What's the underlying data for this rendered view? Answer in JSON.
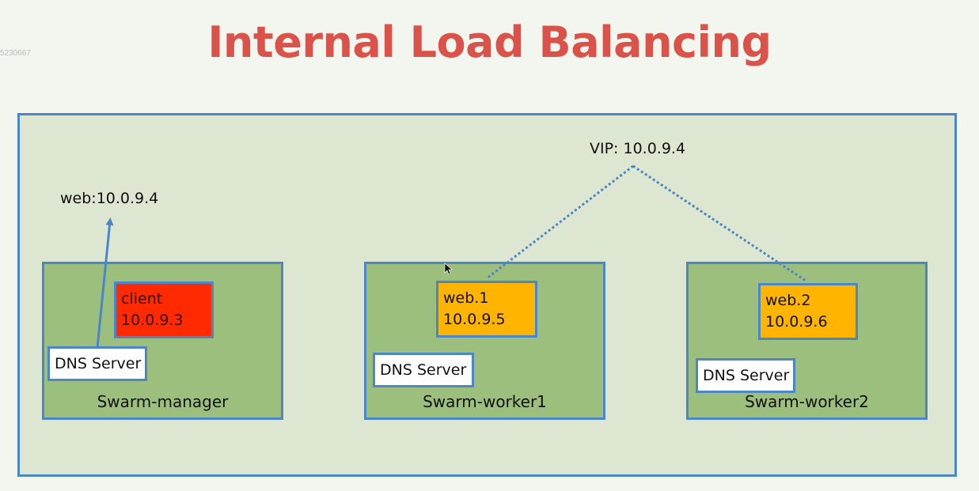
{
  "watermark": "5230667",
  "title": "Internal Load Balancing",
  "vip_label": "VIP: 10.0.9.4",
  "lookup_label": "web:10.0.9.4",
  "nodes": [
    {
      "name": "Swarm-manager",
      "container": {
        "name": "client",
        "ip": "10.0.9.3"
      },
      "dns": "DNS Server"
    },
    {
      "name": "Swarm-worker1",
      "container": {
        "name": "web.1",
        "ip": "10.0.9.5"
      },
      "dns": "DNS Server"
    },
    {
      "name": "Swarm-worker2",
      "container": {
        "name": "web.2",
        "ip": "10.0.9.6"
      },
      "dns": "DNS Server"
    }
  ],
  "colors": {
    "title": "#d9534a",
    "border": "#4a86c8",
    "cluster_fill": "#dce6d0",
    "node_fill": "#9dbf7d",
    "client_fill": "#ff2a00",
    "web_fill": "#ffb400"
  }
}
